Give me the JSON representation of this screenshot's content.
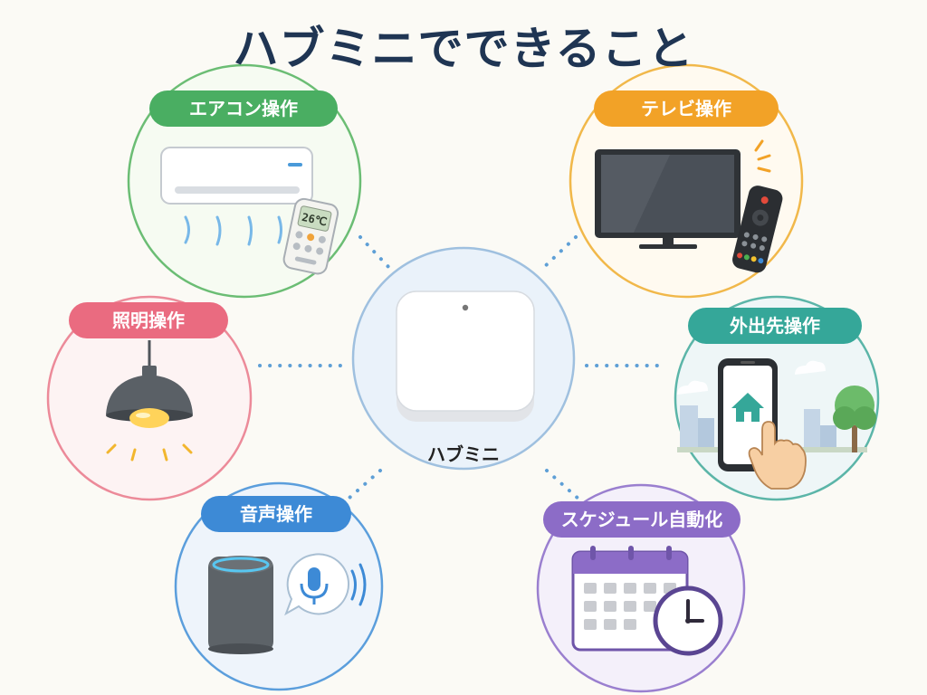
{
  "title": "ハブミニでできること",
  "hub": {
    "label": "ハブミニ"
  },
  "features": {
    "aircon": {
      "label": "エアコン操作",
      "display": "26℃",
      "color": "#4aae62"
    },
    "tv": {
      "label": "テレビ操作",
      "color": "#f2a227"
    },
    "light": {
      "label": "照明操作",
      "color": "#ea6b80"
    },
    "outside": {
      "label": "外出先操作",
      "color": "#35a799"
    },
    "voice": {
      "label": "音声操作",
      "color": "#3d8ad6"
    },
    "schedule": {
      "label": "スケジュール自動化",
      "color": "#8c6cc7"
    }
  }
}
